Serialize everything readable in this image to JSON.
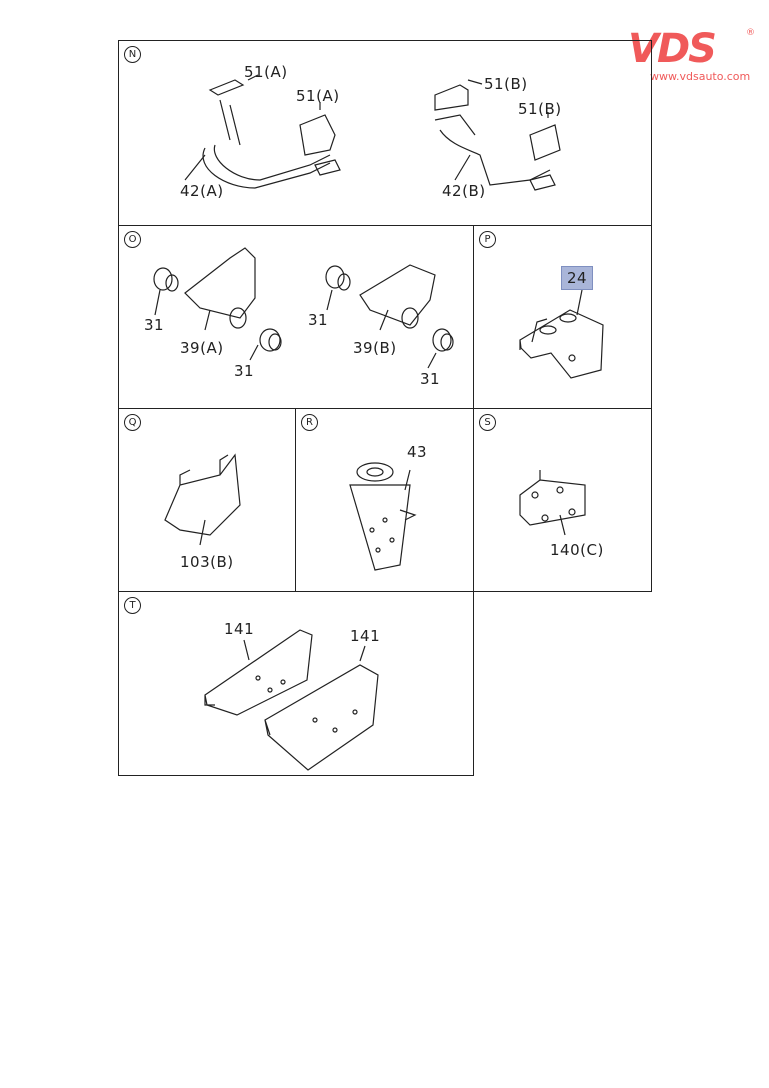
{
  "logo": {
    "brand": "VDS",
    "url": "www.vdsauto.com",
    "registered": "®"
  },
  "panels": {
    "N": {
      "letter": "N",
      "labels": [
        "51(A)",
        "51(A)",
        "42(A)",
        "51(B)",
        "51(B)",
        "42(B)"
      ]
    },
    "O": {
      "letter": "O",
      "labels": [
        "31",
        "39(A)",
        "31",
        "31",
        "39(B)",
        "31"
      ]
    },
    "P": {
      "letter": "P",
      "labels": [
        "24"
      ],
      "highlighted": "24"
    },
    "Q": {
      "letter": "Q",
      "labels": [
        "103(B)"
      ]
    },
    "R": {
      "letter": "R",
      "labels": [
        "43"
      ]
    },
    "S": {
      "letter": "S",
      "labels": [
        "140(C)"
      ]
    },
    "T": {
      "letter": "T",
      "labels": [
        "141",
        "141"
      ]
    }
  },
  "colors": {
    "highlight": "#a9b5d9",
    "logo": "#f05a5a"
  }
}
